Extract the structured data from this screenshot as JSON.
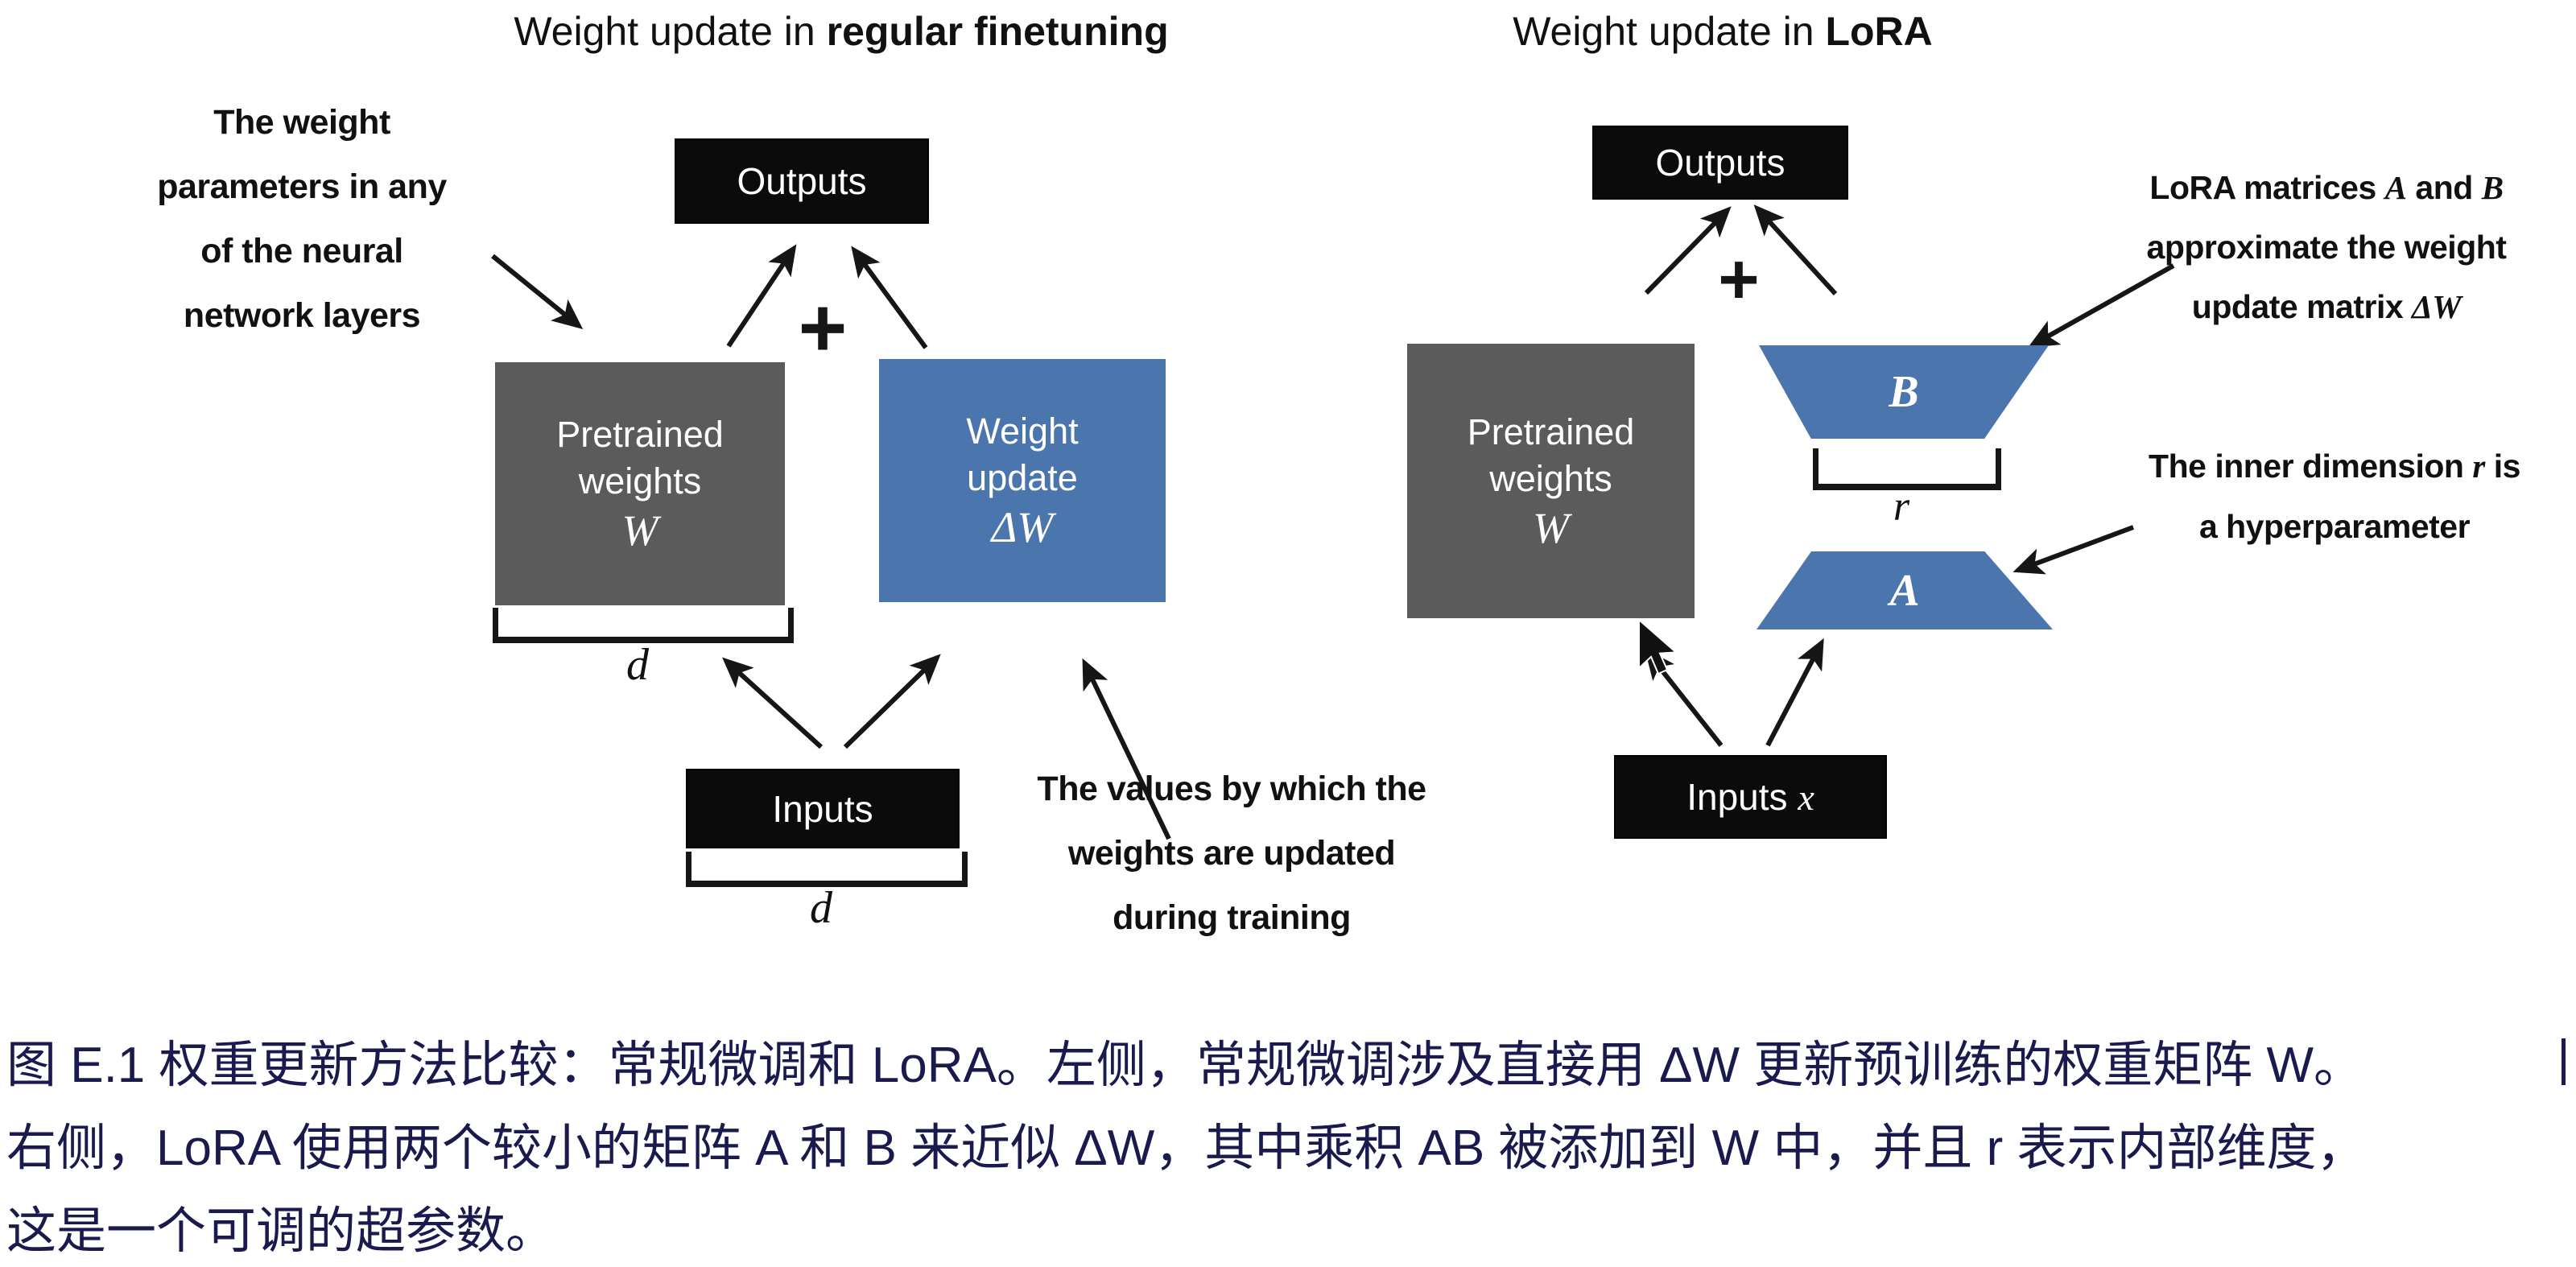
{
  "colors": {
    "matrix_gray": "#5b5b5b",
    "matrix_blue": "#4b76ad",
    "io_black": "#0b0b0b",
    "ink": "#1a1a1a",
    "caption_navy": "#1a1a4e"
  },
  "left": {
    "title_prefix": "Weight update in ",
    "title_emphasis": "regular finetuning",
    "outputs_label": "Outputs",
    "plus_sign": "+",
    "weights_annotation_lines": [
      "The weight",
      "parameters in any",
      "of the neural",
      "network layers"
    ],
    "pretrained_line1": "Pretrained",
    "pretrained_line2": "weights",
    "pretrained_symbol": "W",
    "update_line1": "Weight",
    "update_line2": "update",
    "update_symbol": "ΔW",
    "weights_dim_label": "d",
    "inputs_label": "Inputs",
    "inputs_dim_label": "d",
    "values_annotation_lines": [
      "The values by which the",
      "weights are updated",
      "during training"
    ]
  },
  "right": {
    "title_prefix": "Weight update in ",
    "title_emphasis": "LoRA",
    "outputs_label": "Outputs",
    "plus_sign": "+",
    "pretrained_line1": "Pretrained",
    "pretrained_line2": "weights",
    "pretrained_symbol": "W",
    "matrix_b_label": "B",
    "matrix_a_label": "A",
    "rank_dim_label": "r",
    "inputs_label": "Inputs",
    "inputs_symbol": "x",
    "lora_annotation_segments_line1": [
      {
        "t": "LoRA matrices "
      },
      {
        "t": "A",
        "math": true
      },
      {
        "t": " and "
      },
      {
        "t": "B",
        "math": true
      }
    ],
    "lora_annotation_segments_line2": [
      {
        "t": "approximate the weight"
      }
    ],
    "lora_annotation_segments_line3": [
      {
        "t": "update matrix "
      },
      {
        "t": "ΔW",
        "math": true
      }
    ],
    "rank_annotation_segments_line1": [
      {
        "t": "The inner dimension "
      },
      {
        "t": "r",
        "math": true
      },
      {
        "t": " is"
      }
    ],
    "rank_annotation_segments_line2": [
      {
        "t": "a hyperparameter"
      }
    ]
  },
  "caption": {
    "lines": [
      "图 E.1 权重更新方法比较：常规微调和 LoRA。左侧，常规微调涉及直接用 ΔW 更新预训练的权重矩阵 W。",
      "右侧，LoRA 使用两个较小的矩阵 A 和 B 来近似 ΔW，其中乘积 AB 被添加到 W 中，并且 r 表示内部维度，",
      "这是一个可调的超参数。"
    ]
  }
}
